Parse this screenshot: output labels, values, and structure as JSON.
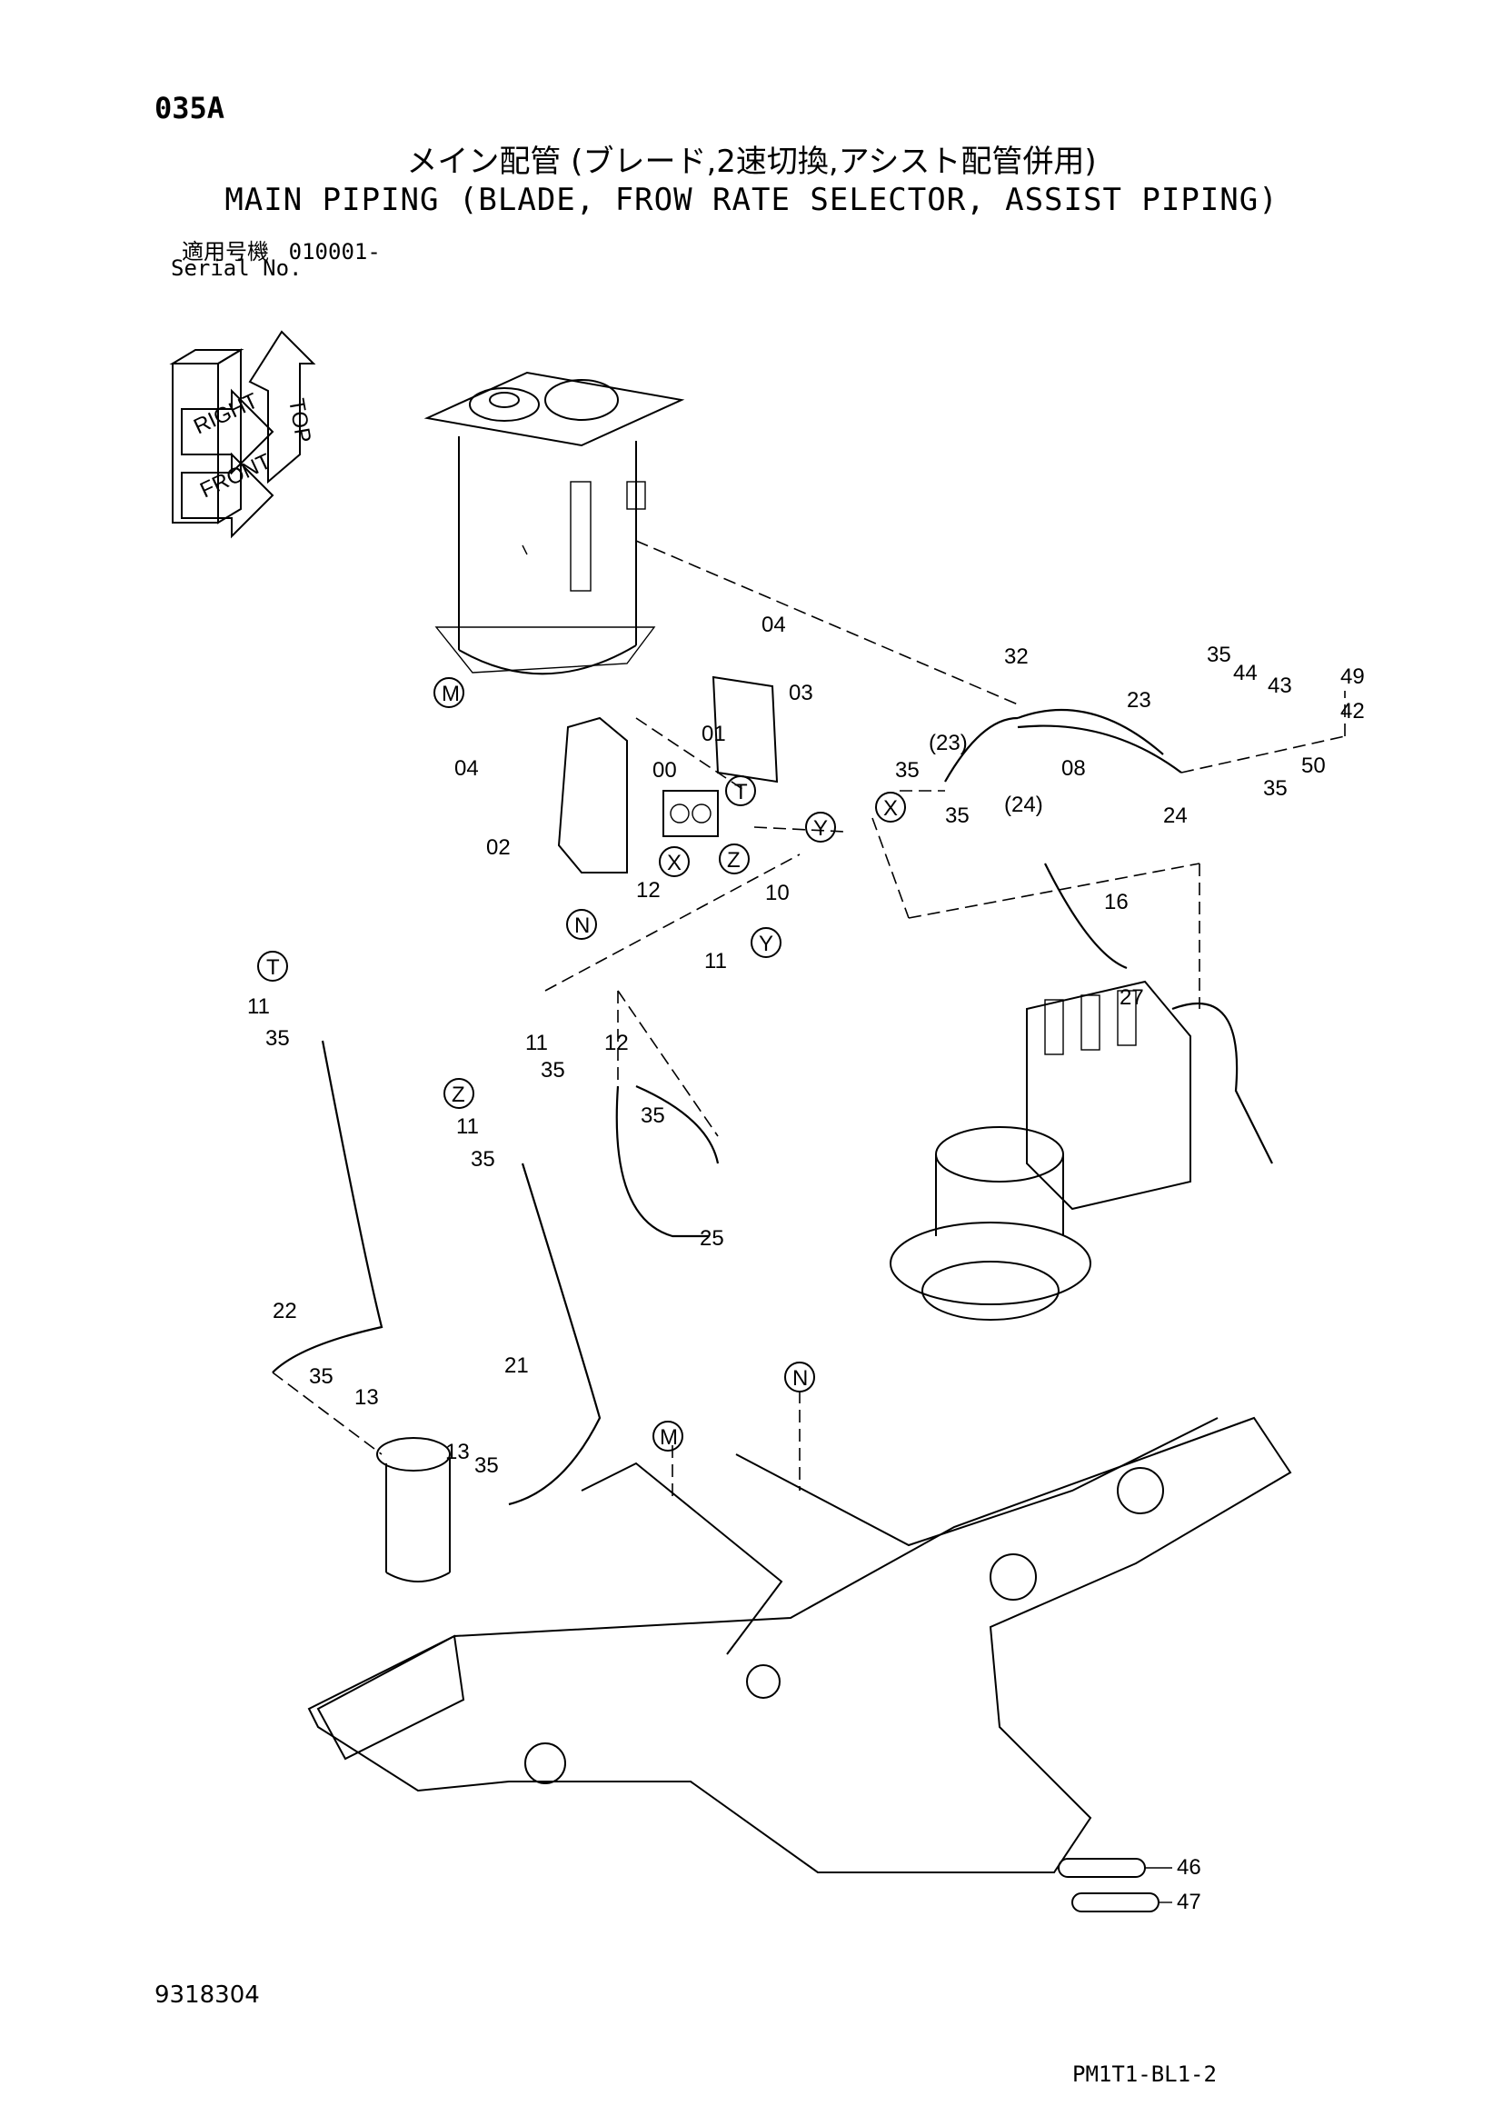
{
  "header": {
    "page_code": "035A",
    "title_jp": "メイン配管 (ブレード,2速切換,アシスト配管併用)",
    "title_en": "MAIN PIPING (BLADE, FROW RATE SELECTOR, ASSIST PIPING)",
    "serial_label_jp": "適用号機",
    "serial_value": "010001-",
    "serial_label_en": "Serial No."
  },
  "orientation_labels": [
    "TOP",
    "RIGHT",
    "FRONT"
  ],
  "part_callouts": [
    "00",
    "01",
    "02",
    "03",
    "04",
    "04",
    "08",
    "10",
    "11",
    "11",
    "11",
    "11",
    "12",
    "12",
    "13",
    "13",
    "16",
    "21",
    "22",
    "23",
    "24",
    "25",
    "27",
    "32",
    "35",
    "35",
    "35",
    "35",
    "35",
    "35",
    "35",
    "35",
    "35",
    "35",
    "42",
    "43",
    "44",
    "46",
    "47",
    "49",
    "50",
    "(23)",
    "(24)"
  ],
  "connection_markers": [
    "M",
    "N",
    "T",
    "X",
    "Y",
    "Z"
  ],
  "footer": {
    "doc_number": "9318304",
    "sheet_code": "PM1T1-BL1-2"
  }
}
